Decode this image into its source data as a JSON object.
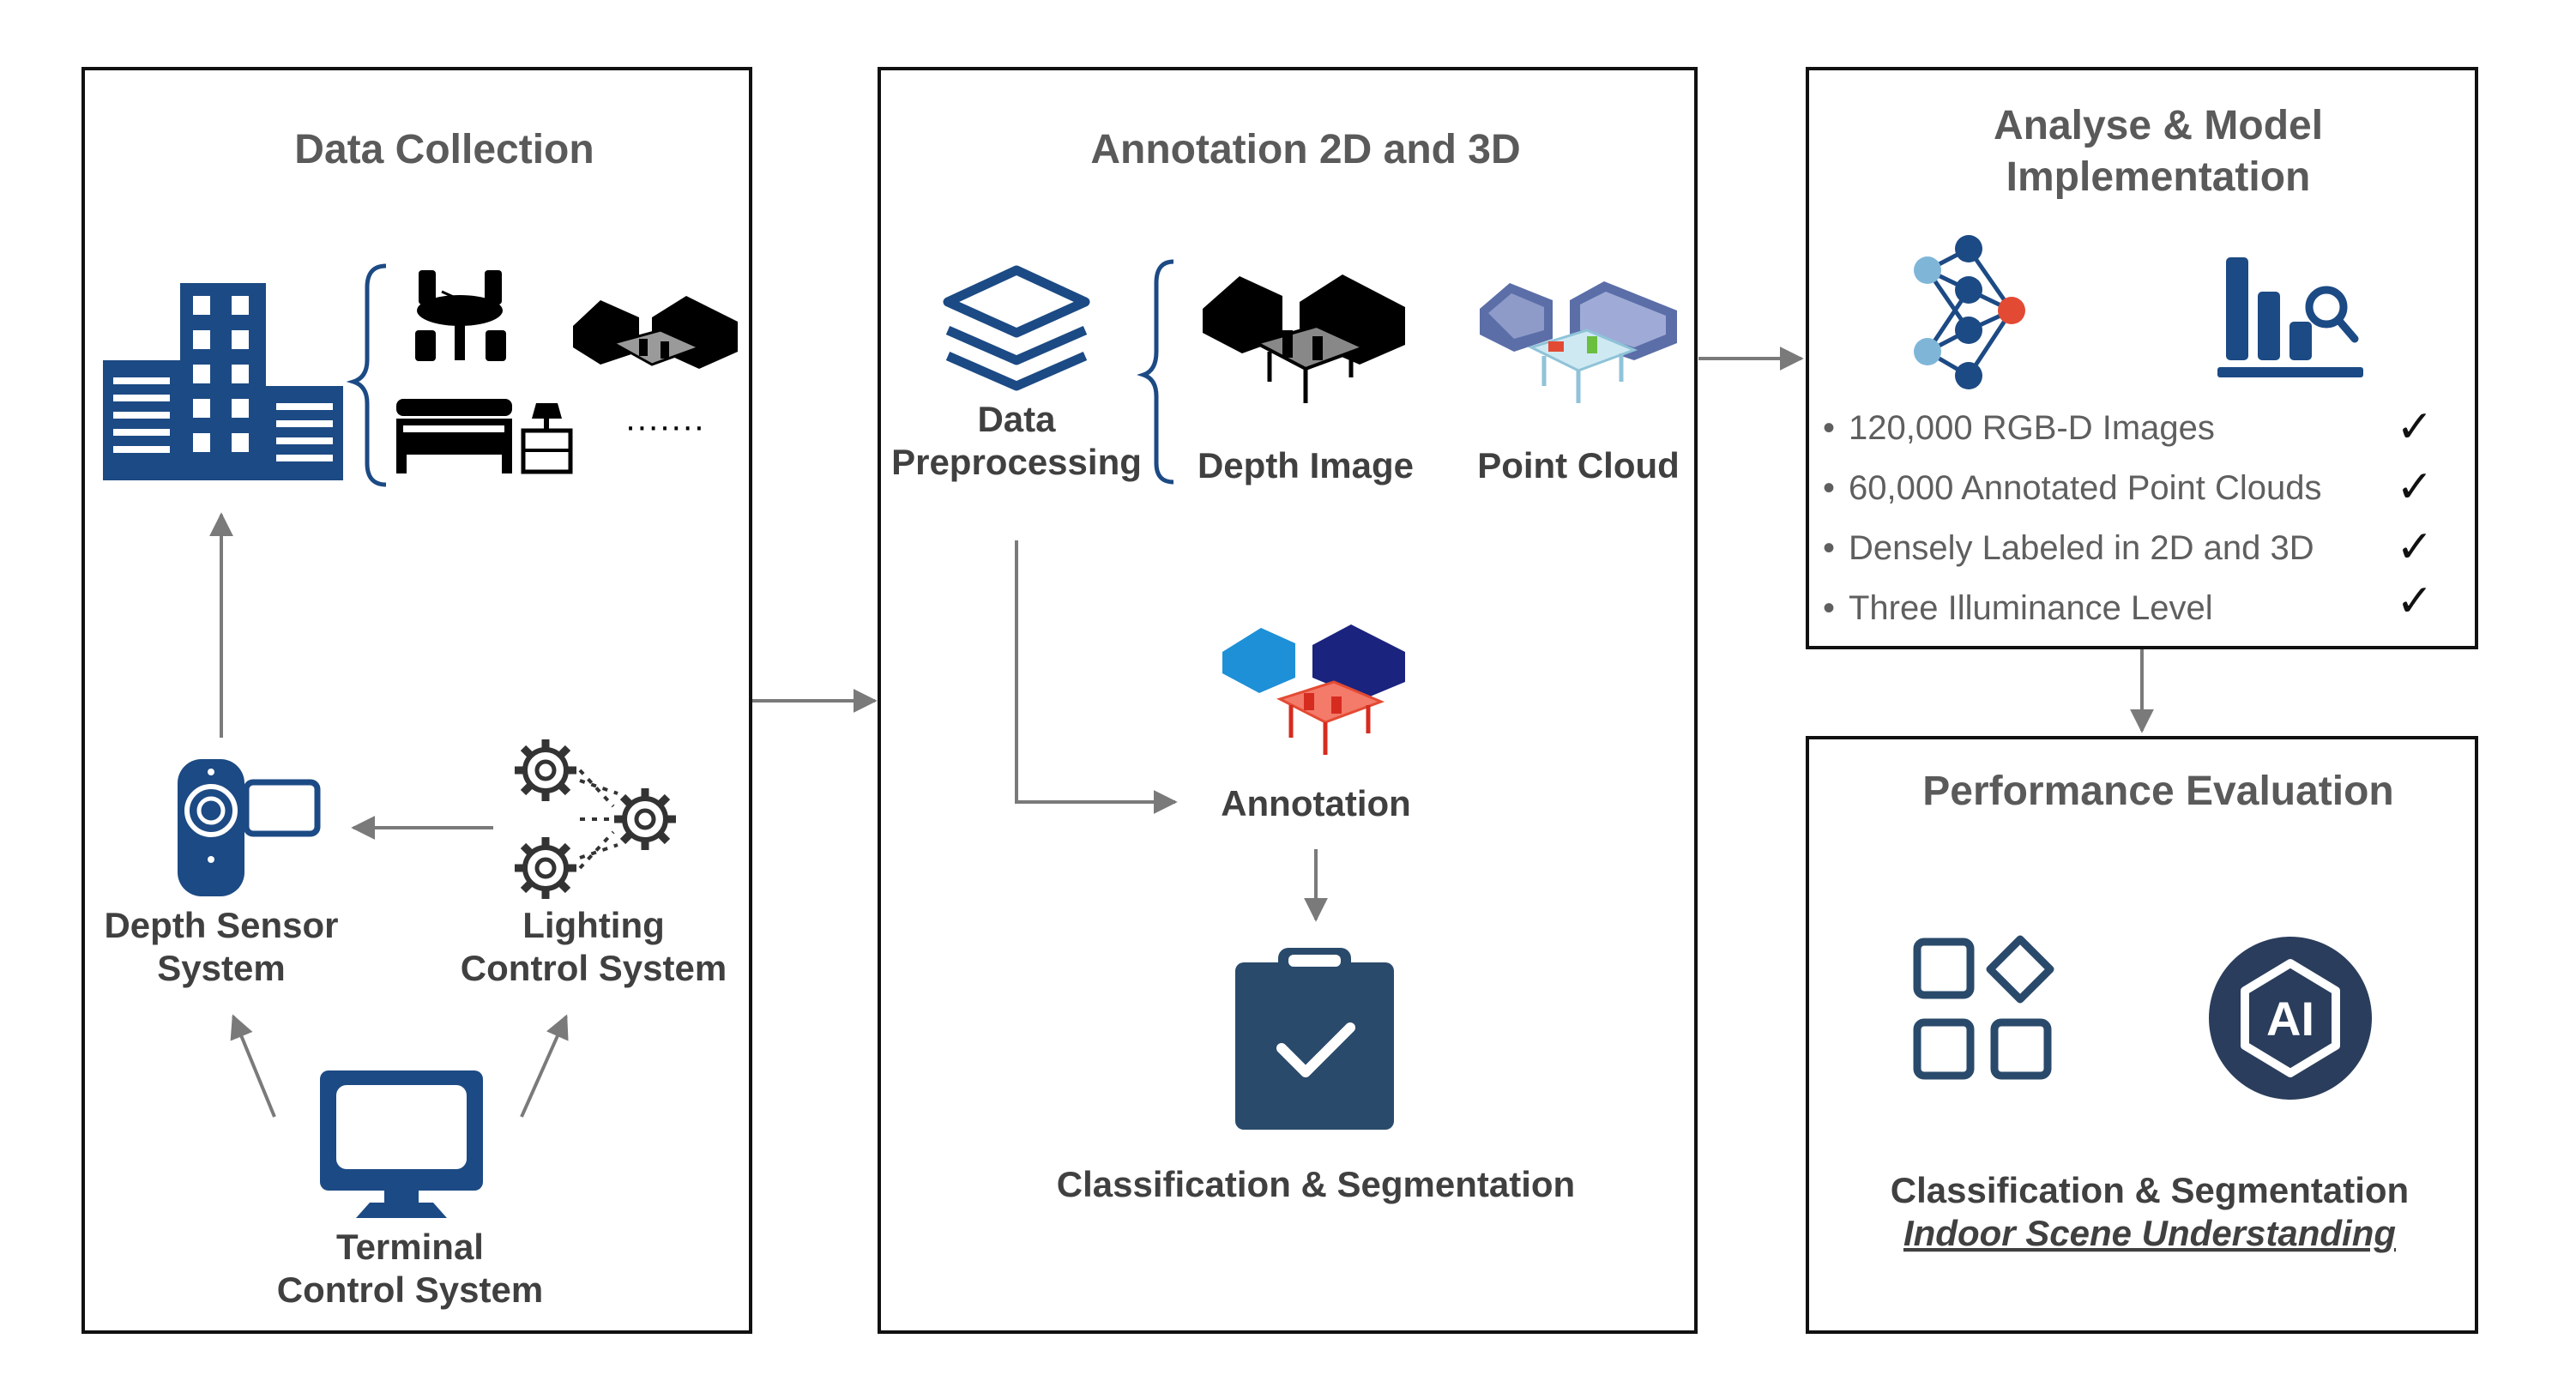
{
  "panels": {
    "data_collection": {
      "title": "Data Collection",
      "depth_sensor_label": [
        "Depth Sensor",
        "System"
      ],
      "lighting_label": [
        "Lighting",
        "Control System"
      ],
      "terminal_label": [
        "Terminal",
        "Control System"
      ],
      "ellipsis": "·······"
    },
    "annotation": {
      "title": "Annotation 2D and 3D",
      "preprocessing_label": [
        "Data",
        "Preprocessing"
      ],
      "depth_image_label": "Depth Image",
      "point_cloud_label": "Point Cloud",
      "annotation_label": "Annotation",
      "classification_label": "Classification & Segmentation"
    },
    "analyse": {
      "title": [
        "Analyse & Model",
        "Implementation"
      ],
      "bullets": [
        "120,000 RGB-D Images",
        "60,000 Annotated Point Clouds",
        "Densely Labeled in 2D and 3D",
        "Three Illuminance Level"
      ],
      "check": "✓",
      "bullet_dot": "•"
    },
    "performance": {
      "title": "Performance Evaluation",
      "line1": "Classification & Segmentation",
      "line2": "Indoor Scene Understanding",
      "ai_text": "AI"
    }
  },
  "colors": {
    "navy": "#1c4a84",
    "dark_blue": "#2a4a6b",
    "light_blue": "#7fb6d8",
    "red": "#e34a33",
    "arrow_gray": "#7a7a7a"
  }
}
